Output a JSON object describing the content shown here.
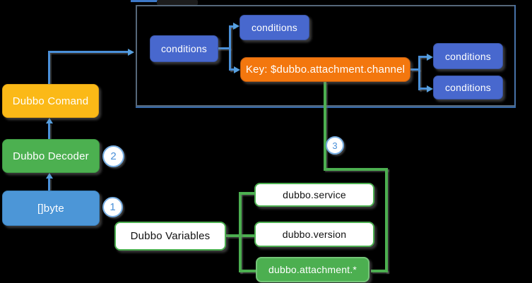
{
  "diagram": {
    "nodes": {
      "conditions_left": {
        "label": "conditions"
      },
      "conditions_top": {
        "label": "conditions"
      },
      "conditions_right_1": {
        "label": "conditions"
      },
      "conditions_right_2": {
        "label": "conditions"
      },
      "key": {
        "label": "Key: $dubbo.attachment.channel"
      },
      "dubbo_command": {
        "label": "Dubbo Comand"
      },
      "dubbo_decoder": {
        "label": "Dubbo Decoder"
      },
      "byte_array": {
        "label": "[]byte"
      },
      "dubbo_variables": {
        "label": "Dubbo Variables"
      },
      "dubbo_service": {
        "label": "dubbo.service"
      },
      "dubbo_version": {
        "label": "dubbo.version"
      },
      "dubbo_attachment": {
        "label": "dubbo.attachment.*"
      }
    },
    "badges": {
      "step1": "1",
      "step2": "2",
      "step3": "3"
    },
    "colors": {
      "background": "#000000",
      "condition_blue": "#4868CE",
      "key_orange": "#F3770E",
      "command_yellow": "#FBB917",
      "decoder_green": "#4CB050",
      "byte_blue": "#4C96D7",
      "variable_green": "#4CAF50",
      "connector_blue": "#4A90D9",
      "connector_green": "#4CAF50",
      "container_border": "#56687A",
      "badge_blue": "#4A90D9"
    }
  }
}
